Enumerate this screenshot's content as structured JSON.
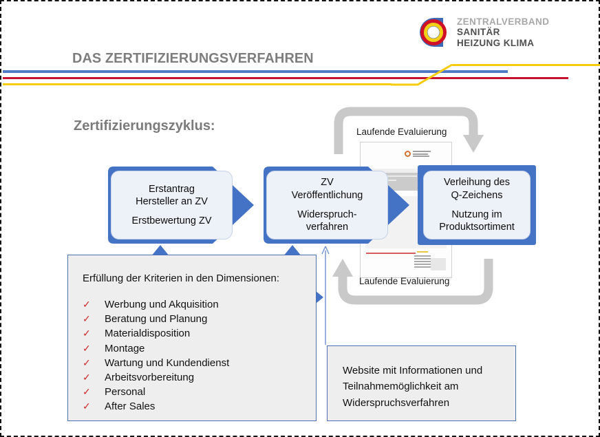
{
  "header": {
    "title": "DAS ZERTIFIZIERUNGSVERFAHREN",
    "logo": {
      "icon_name": "zvshk-ring-logo",
      "line1": "ZENTRALVERBAND",
      "line2": "SANITÄR",
      "line3": "HEIZUNG KLIMA"
    },
    "rule_colors": {
      "blue": "#4e7ac7",
      "red": "#c6122c",
      "yellow": "#f5cc0e"
    }
  },
  "section": {
    "heading": "Zertifizierungszyklus:"
  },
  "flow": {
    "accent_color": "#4472c4",
    "steps": [
      {
        "name": "erstantrag",
        "lines": [
          "Erstantrag",
          "Hersteller an ZV",
          "",
          "Erstbewertung ZV"
        ]
      },
      {
        "name": "zv-veroeffentlichung",
        "lines": [
          "ZV",
          "Veröffentlichung",
          "",
          "Widerspruch-",
          "verfahren"
        ]
      },
      {
        "name": "verleihung-q-zeichen",
        "lines": [
          "Verleihung des",
          "Q-Zeichens",
          "",
          "Nutzung im",
          "Produktsortiment"
        ]
      }
    ]
  },
  "loops": {
    "top_label": "Laufende Evaluierung",
    "bottom_label": "Laufende Evaluierung",
    "color": "#c9c9c9"
  },
  "criteria": {
    "title": "Erfüllung der Kriterien in den Dimensionen:",
    "tick_glyph": "✓",
    "tick_color": "#cc2b2b",
    "items": [
      "Werbung und Akquisition",
      "Beratung und Planung",
      "Materialdisposition",
      "Montage",
      "Wartung und Kundendienst",
      "Arbeitsvorbereitung",
      "Personal",
      "After Sales"
    ]
  },
  "website": {
    "lines": [
      "Website mit Informationen und",
      "Teilnahmemöglichkeit am",
      "Widerspruchsverfahren"
    ]
  }
}
